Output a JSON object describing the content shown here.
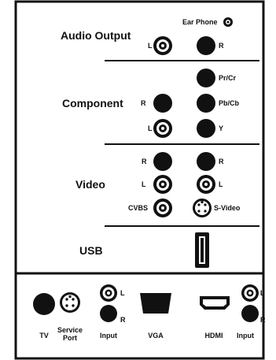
{
  "sections": {
    "audio_output": "Audio Output",
    "component": "Component",
    "video": "Video",
    "usb": "USB"
  },
  "labels": {
    "ear_phone": "Ear Phone",
    "L": "L",
    "R": "R",
    "pr_cr": "Pr/Cr",
    "pb_cb": "Pb/Cb",
    "y": "Y",
    "cvbs": "CVBS",
    "s_video": "S-Video"
  },
  "bottom_labels": {
    "tv": "TV",
    "service_port": "Service Port",
    "input_1": "Input",
    "vga": "VGA",
    "hdmi": "HDMI",
    "input_2": "Input"
  },
  "colors": {
    "ink": "#111111",
    "paper": "#ffffff"
  }
}
